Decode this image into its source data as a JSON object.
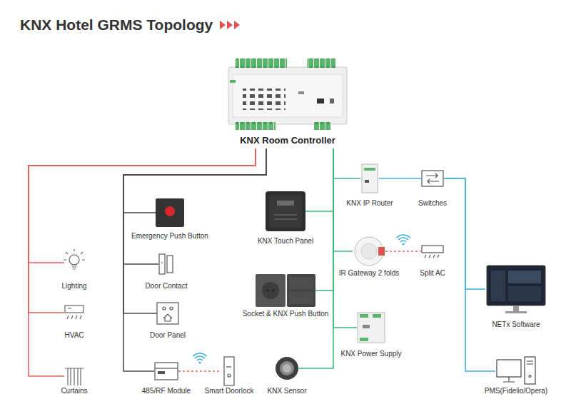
{
  "diagram": {
    "title": "KNX Hotel GRMS Topology",
    "nodes": [
      {
        "text": [
          "KNX Room Controller"
        ]
      },
      {
        "text": [
          "Lighting"
        ]
      },
      {
        "text": [
          "HVAC"
        ]
      },
      {
        "text": [
          "Curtains"
        ]
      },
      {
        "text": [
          "Emergency Push Button"
        ]
      },
      {
        "text": [
          "Door Contact"
        ]
      },
      {
        "text": [
          "Door Panel"
        ]
      },
      {
        "text": [
          "485/RF Module"
        ]
      },
      {
        "text": [
          "Smart Doorlock"
        ]
      },
      {
        "text": [
          "KNX Touch Panel"
        ]
      },
      {
        "text": [
          "Socket & KNX Push Button"
        ]
      },
      {
        "text": [
          "KNX Sensor"
        ]
      },
      {
        "text": [
          "KNX IP Router"
        ]
      },
      {
        "text": [
          "IR Gateway 2 folds"
        ]
      },
      {
        "text": [
          "KNX Power Supply"
        ]
      },
      {
        "text": [
          "Switches"
        ]
      },
      {
        "text": [
          "Split AC"
        ]
      },
      {
        "text": [
          "NETx Software"
        ]
      },
      {
        "text": [
          "PMS(Fidelio/Opera)"
        ]
      }
    ],
    "edges": [
      {
        "from": 0,
        "to": 1,
        "arrow": "none"
      },
      {
        "from": 0,
        "to": 2,
        "arrow": "none"
      },
      {
        "from": 0,
        "to": 3,
        "arrow": "none"
      },
      {
        "from": 0,
        "to": 4,
        "arrow": "none"
      },
      {
        "from": 0,
        "to": 5,
        "arrow": "none"
      },
      {
        "from": 0,
        "to": 6,
        "arrow": "none"
      },
      {
        "from": 0,
        "to": 7,
        "arrow": "none"
      },
      {
        "from": 0,
        "to": 9,
        "arrow": "none"
      },
      {
        "from": 0,
        "to": 10,
        "arrow": "none"
      },
      {
        "from": 0,
        "to": 11,
        "arrow": "none"
      },
      {
        "from": 0,
        "to": 12,
        "arrow": "none"
      },
      {
        "from": 0,
        "to": 13,
        "arrow": "none"
      },
      {
        "from": 0,
        "to": 14,
        "arrow": "none"
      },
      {
        "from": 7,
        "to": 8,
        "arrow": "none"
      },
      {
        "from": 13,
        "to": 16,
        "arrow": "none"
      },
      {
        "from": 12,
        "to": 15,
        "arrow": "none"
      },
      {
        "from": 15,
        "to": 17,
        "arrow": "none"
      },
      {
        "from": 15,
        "to": 18,
        "arrow": "none"
      }
    ]
  }
}
